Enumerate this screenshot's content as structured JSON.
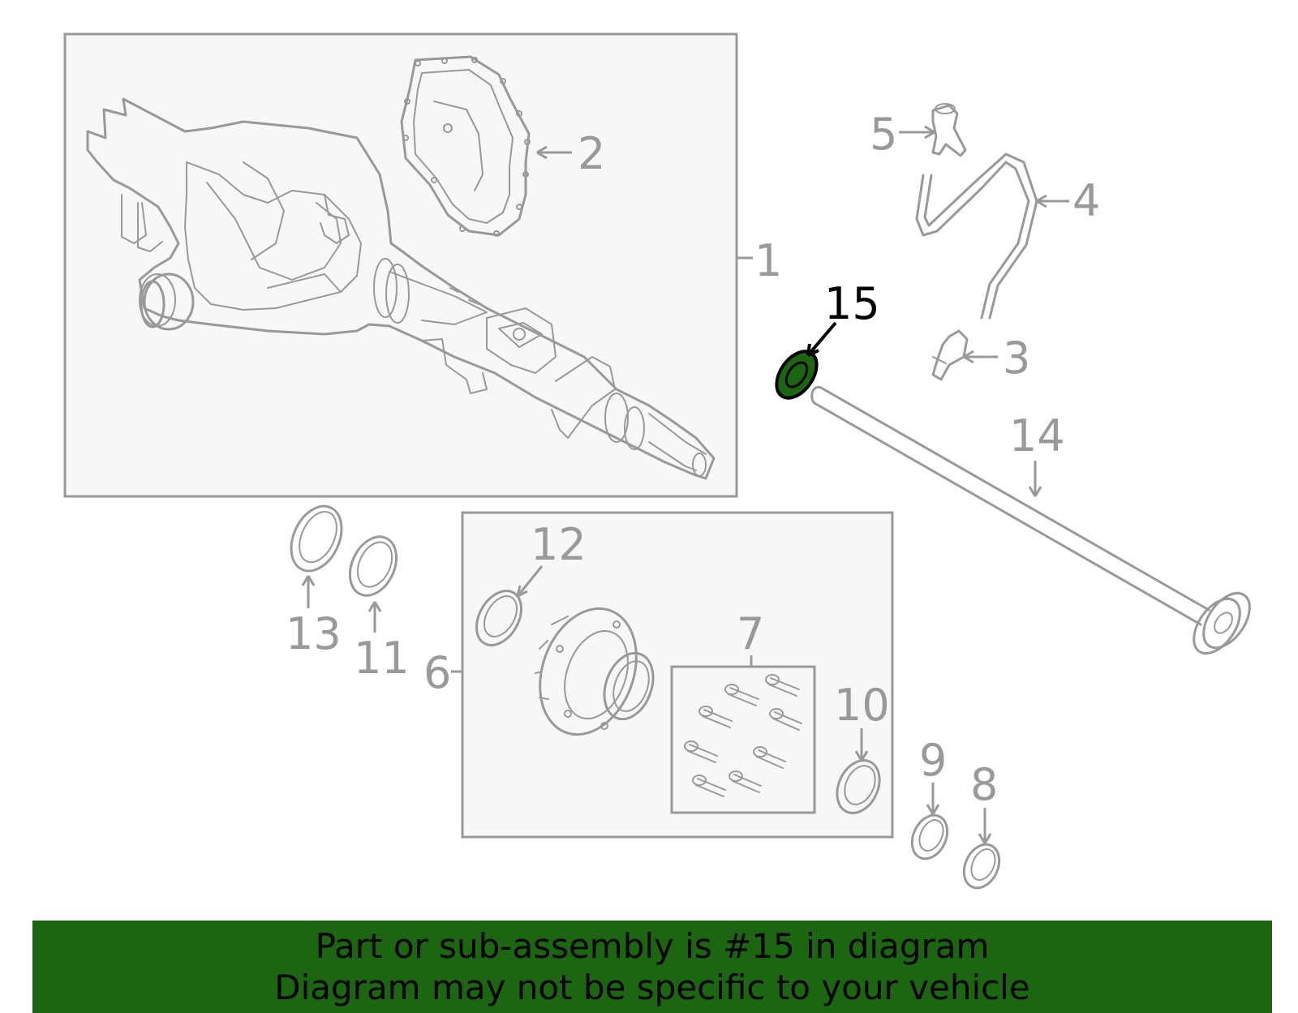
{
  "diagram": {
    "callouts": {
      "c1": "1",
      "c2": "2",
      "c3": "3",
      "c4": "4",
      "c5": "5",
      "c6": "6",
      "c7": "7",
      "c8": "8",
      "c9": "9",
      "c10": "10",
      "c11": "11",
      "c12": "12",
      "c13": "13",
      "c14": "14",
      "c15": "15"
    },
    "highlighted_part": "15",
    "colors": {
      "line": "#999999",
      "box_fill": "#f7f7f7",
      "highlight_fill": "#1d6611",
      "highlight_label": "#000000"
    }
  },
  "banner": {
    "line1": "Part or sub-assembly is #15 in diagram",
    "line2": "Diagram may not be specific to your vehicle",
    "background": "#1d6611"
  }
}
